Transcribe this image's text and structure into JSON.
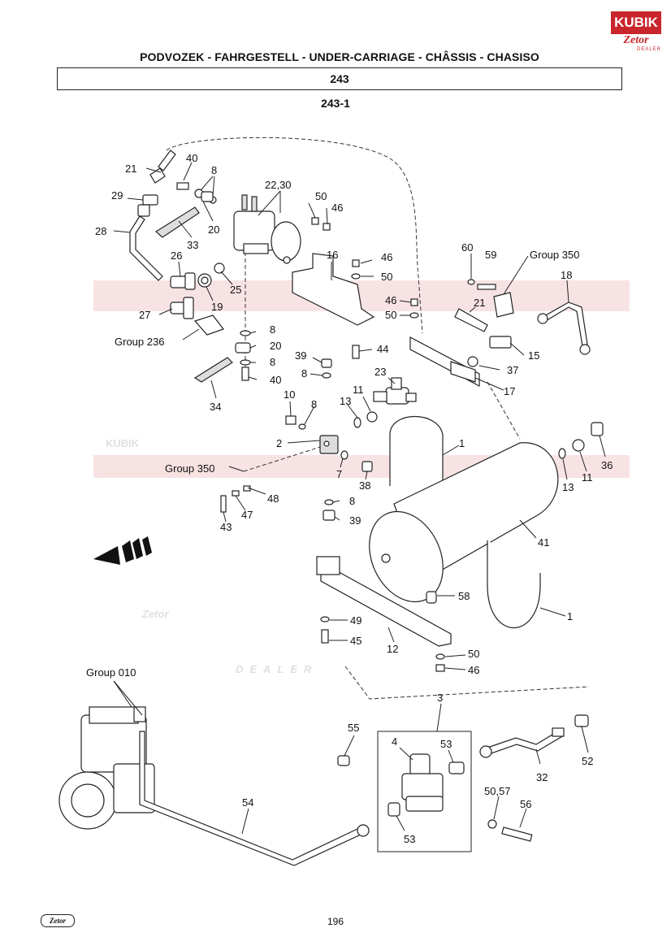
{
  "header": {
    "title": "PODVOZEK - FAHRGESTELL - UNDER-CARRIAGE - CHÂSSIS - CHASISO",
    "group_number": "243",
    "figure_number": "243-1"
  },
  "logo": {
    "brand": "KUBIK",
    "sub": "Zetor",
    "dealer": "DEALER"
  },
  "watermark": {
    "line1": "KUBIK",
    "line2": "Zetor",
    "line3": "DEALER"
  },
  "callouts": {
    "c21a": "21",
    "c40a": "40",
    "c8a": "8",
    "c22_30": "22,30",
    "c50a": "50",
    "c46a": "46",
    "c29": "29",
    "c20a": "20",
    "c28": "28",
    "c33": "33",
    "c26": "26",
    "c25": "25",
    "c19": "19",
    "c27": "27",
    "c16": "16",
    "c46b": "46",
    "c50b": "50",
    "c60": "60",
    "c59": "59",
    "group350a": "Group 350",
    "c18": "18",
    "c46c": "46",
    "c50c": "50",
    "c21b": "21",
    "group236": "Group 236",
    "c8b": "8",
    "c20b": "20",
    "c8c": "8",
    "c40b": "40",
    "c39a": "39",
    "c44": "44",
    "c15": "15",
    "c8d": "8",
    "c23": "23",
    "c37": "37",
    "c34": "34",
    "c17": "17",
    "c10": "10",
    "c8e": "8",
    "c13a": "13",
    "c11a": "11",
    "c2": "2",
    "c1a": "1",
    "c7": "7",
    "c38": "38",
    "group350b": "Group 350",
    "c13b": "13",
    "c11b": "11",
    "c36": "36",
    "c48": "48",
    "c8f": "8",
    "c47": "47",
    "c43": "43",
    "c39b": "39",
    "c41": "41",
    "c58": "58",
    "c1b": "1",
    "c49": "49",
    "c45": "45",
    "c12": "12",
    "c50d": "50",
    "c46d": "46",
    "group010": "Group 010",
    "c3": "3",
    "c55": "55",
    "c4": "4",
    "c53a": "53",
    "c32": "32",
    "c52": "52",
    "c50_57": "50,57",
    "c56": "56",
    "c54": "54",
    "c53b": "53"
  },
  "footer": {
    "page_number": "196",
    "logo_text": "Zetor"
  }
}
